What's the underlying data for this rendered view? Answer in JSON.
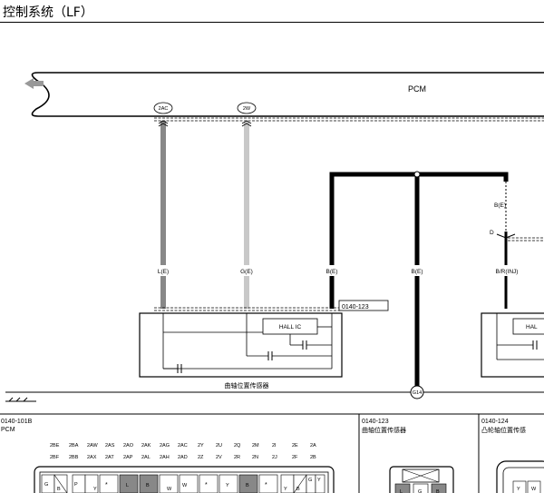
{
  "header": {
    "title": "控制系统（LF）"
  },
  "pcm_block": {
    "label": "PCM"
  },
  "pins": {
    "p1": "2AC",
    "p2": "2W"
  },
  "wires": {
    "w1": "L(E)",
    "w2": "G(E)",
    "w3": "B(E)",
    "w4": "B(E)",
    "w5_top": "B(E)",
    "w5": "B/R(INJ)",
    "junction": "D"
  },
  "sensor1": {
    "connector": "0140-123",
    "hall": "HALL IC",
    "name": "曲轴位置传感器"
  },
  "sensor2": {
    "hall": "HAL"
  },
  "ground": {
    "label": "G14"
  },
  "panel1": {
    "code": "0140-101B",
    "name": "PCM",
    "row1": [
      "2BE",
      "2BA",
      "2AW",
      "2AS",
      "2AO",
      "2AK",
      "2AG",
      "2AC",
      "2Y",
      "2U",
      "2Q",
      "2M",
      "2I",
      "2E",
      "2A"
    ],
    "row2": [
      "2BF",
      "2BB",
      "2AX",
      "2AT",
      "2AP",
      "2AL",
      "2AH",
      "2AD",
      "2Z",
      "2V",
      "2R",
      "2N",
      "2J",
      "2F",
      "2B"
    ],
    "cells": [
      "G",
      "B",
      "P",
      "Y",
      "*",
      "L",
      "B",
      "W",
      "W",
      "*",
      "Y",
      "B",
      "*",
      "Y",
      "B",
      "G",
      "Y"
    ]
  },
  "panel2": {
    "code": "0140-123",
    "name": "曲轴位置传感器",
    "cells": [
      "L",
      "G",
      "B"
    ]
  },
  "panel3": {
    "code": "0140-124",
    "name": "凸轮轴位置传感",
    "cells": [
      "Y",
      "W"
    ]
  }
}
